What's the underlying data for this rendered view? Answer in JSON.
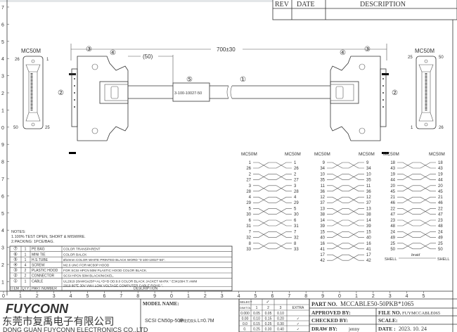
{
  "revision_table": {
    "headers": [
      "REV",
      "DATE",
      "DESCRIPTION"
    ]
  },
  "frame": {
    "left_ticks": [
      "7",
      "6",
      "5",
      "4",
      "3",
      "2",
      "1",
      "0",
      "9",
      "8",
      "7",
      "6",
      "5",
      "4",
      "3",
      "2",
      "1"
    ],
    "bottom_ticks": [
      "0",
      "1",
      "2",
      "3",
      "4",
      "5",
      "6",
      "7",
      "8",
      "9",
      "0",
      "1",
      "2",
      "3",
      "4",
      "5",
      "6",
      "7",
      "8",
      "9",
      "0",
      "1",
      "2",
      "3",
      "4",
      "5"
    ]
  },
  "drawing": {
    "connector_left_label": "MC50M",
    "connector_right_label": "MC50M",
    "left_pins": {
      "top_left": "26",
      "top_right": "1",
      "bottom_left": "50",
      "bottom_right": "25"
    },
    "right_pins": {
      "top_left": "25",
      "top_right": "50",
      "bottom_left": "1",
      "bottom_right": "26"
    },
    "length_dim": "700±30",
    "sleeve_dim": "(50)",
    "sleeve_text": "3-100-10027-50",
    "callouts": {
      "cable": "①",
      "connector": "②",
      "hood": "③",
      "screw": "④",
      "tube": "⑤"
    }
  },
  "pinout": {
    "header": "MC50M",
    "columns": [
      [
        [
          "1",
          "26"
        ],
        [
          "2",
          "27"
        ],
        [
          "3",
          "28"
        ],
        [
          "4",
          "29"
        ],
        [
          "5",
          "30"
        ],
        [
          "6",
          "31"
        ],
        [
          "7",
          "32"
        ],
        [
          "8",
          "33"
        ]
      ],
      [
        [
          "9",
          "34"
        ],
        [
          "10",
          "35"
        ],
        [
          "11",
          "36"
        ],
        [
          "12",
          "37"
        ],
        [
          "13",
          "38"
        ],
        [
          "14",
          "39"
        ],
        [
          "15",
          "40"
        ],
        [
          "16",
          "41"
        ],
        [
          "17",
          "42"
        ]
      ],
      [
        [
          "18",
          "43"
        ],
        [
          "19",
          "44"
        ],
        [
          "20",
          "45"
        ],
        [
          "21",
          "46"
        ],
        [
          "22",
          "47"
        ],
        [
          "23",
          "48"
        ],
        [
          "24",
          "49"
        ],
        [
          "25",
          "50"
        ]
      ]
    ],
    "shell_label": "SHELL",
    "braid_label": "braid"
  },
  "notes": {
    "title": "NOTES:",
    "items": [
      "1.100% TEST OPEN, SHORT & MISWIRE.",
      "2.PACKING: 1PCE/BAG."
    ]
  },
  "bom": {
    "headers": [
      "ITEM",
      "QTY",
      "PART NUMBER",
      "DESCRIPTION"
    ],
    "rows": [
      {
        "item": "⑦",
        "qty": "1",
        "part": "PE BAG",
        "desc": "COLOR TRANSPARENT"
      },
      {
        "item": "⑥",
        "qty": "1",
        "part": "MINI TIE",
        "desc": "COLOR BALCK"
      },
      {
        "item": "⑤",
        "qty": "1",
        "part": "H.S.TUBE",
        "desc": "Ø10mm COLOR WHITE PRINTED BLACK WORD \"3-100-10027-50\"."
      },
      {
        "item": "④",
        "qty": "4",
        "part": "SCREW",
        "desc": "M2.6 UNC FOR MC50P HOOD"
      },
      {
        "item": "③",
        "qty": "2",
        "part": "PLASTIC HOOD",
        "desc": "FOR SCSI HPCN 50M PLASTIC HOOD COLOR BLACK."
      },
      {
        "item": "②",
        "qty": "2",
        "part": "CONNECTOR",
        "desc": "SCSI HPCN 50M BLACK/NICKEL."
      },
      {
        "item": "①",
        "qty": "1",
        "part": "CABLE",
        "desc": "UL2919 28AWGx25P+AL+D+B OD:9.0 COLOR BLACK JACKET MARK \" E341894 ℛ AWM",
        "desc2": "2919 80℃ 30V VW-I LOW VOLTAGE COMPUTER CABLE ROHS \"."
      }
    ]
  },
  "title_block": {
    "logo": "FUYCONN",
    "company_cn": "东莞市复禹电子有限公司",
    "company_en": "DONG GUAN FUYCONN ELECTRONICS CO.,LTD",
    "model_label": "MODEL NAME:",
    "model_name": "SCSI CN50p-50P",
    "model_name_cn": "焊线式双头",
    "length": "L=0.7M",
    "tolerance": {
      "select_label": "SELECT",
      "dim_tol_label": "DIM/TOL",
      "cols": [
        "1",
        "2",
        "3",
        "EXTRA"
      ],
      "selected_col_mark": "✓",
      "rows": [
        [
          "0.000",
          "0.05",
          "0.05",
          "0.10",
          ""
        ],
        [
          "0.00",
          "0.10",
          "0.15",
          "0.20",
          "✓"
        ],
        [
          "0.0",
          "0.15",
          "0.25",
          "0.30",
          "✓"
        ],
        [
          "0.",
          "0.25",
          "0.30",
          "0.40",
          "✓"
        ]
      ]
    },
    "part_no_label": "PART NO.",
    "part_no": "MCCABLE50-50PKB*1065",
    "approved_label": "APPROVED BY:",
    "file_no_label": "FILE NO.",
    "file_no": "FUYMCCABLE065",
    "checked_label": "CHECKED BY:",
    "scale_label": "SCALE:",
    "draw_label": "DRAW BY:",
    "draw_by": "jenny",
    "date_label": "DATE :",
    "date": "2023. 10. 24"
  }
}
